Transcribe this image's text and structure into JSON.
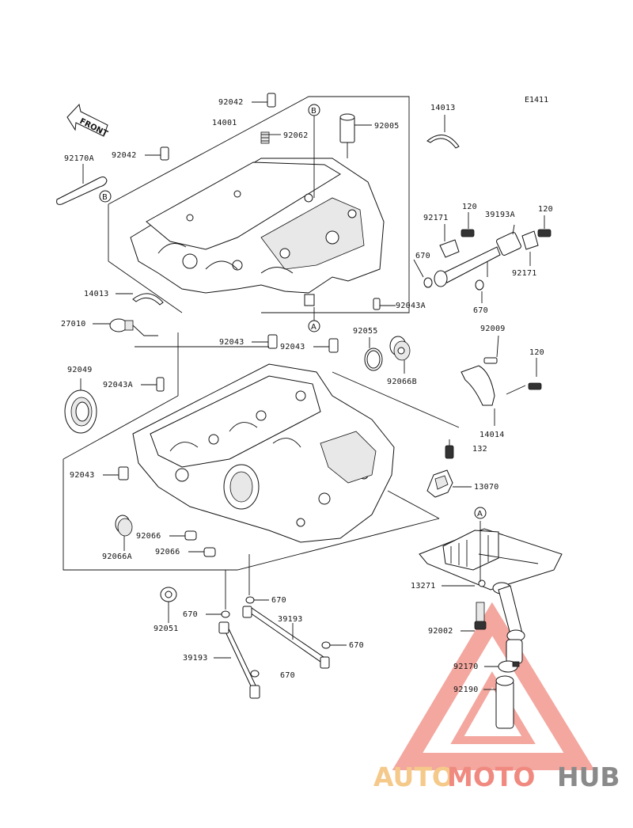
{
  "diagram_code": "E1411",
  "front_label": "FRONT",
  "callouts": {
    "A": "A",
    "B": "B"
  },
  "labels": {
    "p92042_top": "92042",
    "p14001": "14001",
    "p92062": "92062",
    "p92005": "92005",
    "p14013_top": "14013",
    "p92042_left": "92042",
    "p92170A": "92170A",
    "p92171_l": "92171",
    "p120_a": "120",
    "p39193A": "39193A",
    "p120_b": "120",
    "p670_a": "670",
    "p92171_r": "92171",
    "p670_b": "670",
    "p14013_mid": "14013",
    "p92043A_r": "92043A",
    "p27010": "27010",
    "p92055": "92055",
    "p92009": "92009",
    "p92043_a": "92043",
    "p92043_b": "92043",
    "p120_c": "120",
    "p92049": "92049",
    "p92066B": "92066B",
    "p92043A_l": "92043A",
    "p14014": "14014",
    "p132": "132",
    "p92043_c": "92043",
    "p13070": "13070",
    "p92066_a": "92066",
    "p92066A": "92066A",
    "p92066_b": "92066",
    "p13271": "13271",
    "p670_c": "670",
    "p670_d": "670",
    "p39193_a": "39193",
    "p92051": "92051",
    "p92002": "92002",
    "p670_e": "670",
    "p39193_b": "39193",
    "p670_f": "670",
    "p92170": "92170",
    "p92190": "92190"
  },
  "watermark": {
    "part1": "AUTO",
    "part2": "MOTO",
    "part3": "HUB",
    "colors": {
      "auto": "#f5c98a",
      "moto": "#f08a80",
      "hub": "#8a8a8a",
      "triangle": "#f08a80"
    }
  }
}
